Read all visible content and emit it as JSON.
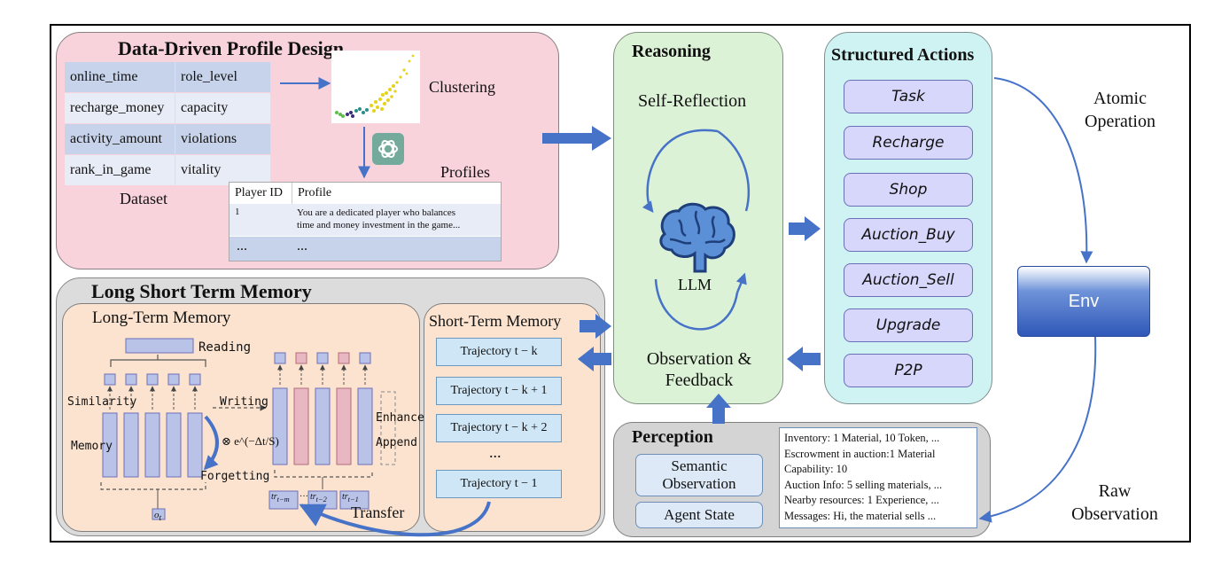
{
  "profile_panel": {
    "title": "Data-Driven Profile Design",
    "dataset_cells": [
      [
        "online_time",
        "role_level"
      ],
      [
        "recharge_money",
        "capacity"
      ],
      [
        "activity_amount",
        "violations"
      ],
      [
        "rank_in_game",
        "vitality"
      ]
    ],
    "dataset_label": "Dataset",
    "clustering_label": "Clustering",
    "profiles_label": "Profiles",
    "profiles_table": {
      "headers": [
        "Player ID",
        "Profile"
      ],
      "row_id": "1",
      "row_profile_line1": "You are a dedicated player who balances",
      "row_profile_line2": "time and money investment in the game...",
      "ellipsis": "..."
    }
  },
  "memory_panel": {
    "title": "Long Short Term Memory",
    "long_term_title": "Long-Term Memory",
    "reading": "Reading",
    "similarity": "Similarity",
    "writing": "Writing",
    "memory": "Memory",
    "forgetting": "Forgetting",
    "decay": "⊗ e^(−Δt/S)",
    "enhance": "Enhance",
    "append": "Append",
    "o_t": "o",
    "o_t_sub": "t",
    "tr_labels": [
      "tr",
      "tr",
      "tr"
    ],
    "tr_subs": [
      "t−m",
      "t−2",
      "t−1"
    ],
    "tr_dots": "···",
    "transfer": "Transfer",
    "short_term_title": "Short-Term Memory",
    "trajectories": [
      "Trajectory  t − k",
      "Trajectory  t − k + 1",
      "Trajectory  t − k + 2"
    ],
    "traj_ellipsis": "...",
    "traj_last": "Trajectory  t − 1"
  },
  "reasoning_panel": {
    "title": "Reasoning",
    "self_reflection": "Self-Reflection",
    "llm": "LLM",
    "observation_feedback_line1": "Observation &",
    "observation_feedback_line2": "Feedback"
  },
  "actions_panel": {
    "title": "Structured Actions",
    "actions": [
      "Task",
      "Recharge",
      "Shop",
      "Auction_Buy",
      "Auction_Sell",
      "Upgrade",
      "P2P"
    ]
  },
  "env": {
    "label": "Env",
    "atomic_line1": "Atomic",
    "atomic_line2": "Operation",
    "raw_line1": "Raw",
    "raw_line2": "Observation"
  },
  "perception_panel": {
    "title": "Perception",
    "semantic_line1": "Semantic",
    "semantic_line2": "Observation",
    "agent_state": "Agent State",
    "info_lines": [
      "Inventory: 1 Material, 10 Token, ...",
      "Escrowment in auction:1 Material",
      "Capability: 10",
      "Auction Info: 5 selling materials, ...",
      "Nearby resources: 1 Experience, ...",
      "Messages: Hi, the material sells ..."
    ]
  },
  "colors": {
    "profile_bg": "#f8d3dc",
    "memory_bg": "#dcdcdc",
    "long_term_bg": "#fbe3cf",
    "reasoning_bg": "#dcf2d6",
    "actions_bg": "#cff3f3",
    "env_bg": "#3a66c4",
    "arrow": "#4673c8"
  }
}
